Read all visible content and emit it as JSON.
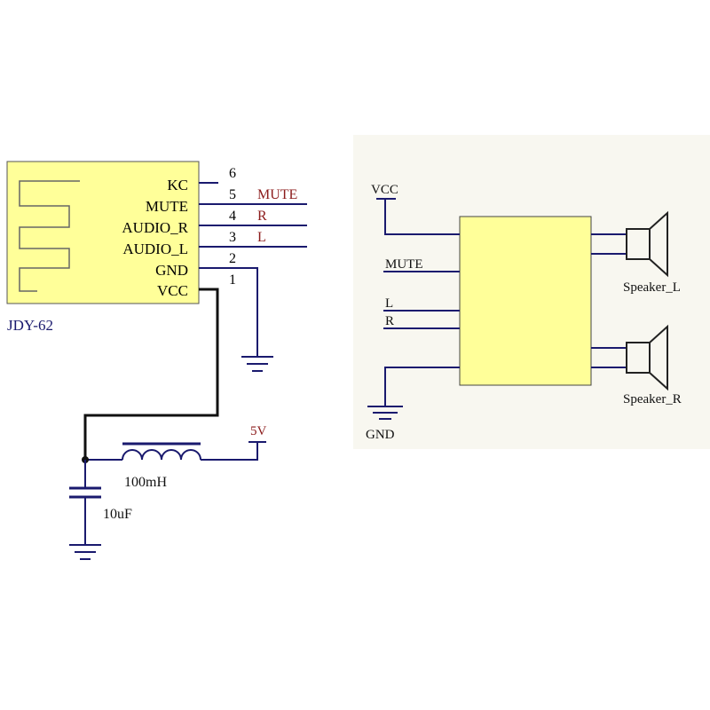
{
  "left_schematic": {
    "module_label": "JDY-62",
    "pins": [
      {
        "name": "KC",
        "number": "6"
      },
      {
        "name": "MUTE",
        "number": "5"
      },
      {
        "name": "AUDIO_R",
        "number": "4"
      },
      {
        "name": "AUDIO_L",
        "number": "3"
      },
      {
        "name": "GND",
        "number": "2"
      },
      {
        "name": "VCC",
        "number": "1"
      }
    ],
    "net_labels": {
      "mute": "MUTE",
      "r": "R",
      "l": "L"
    },
    "inductor_value": "100mH",
    "capacitor_value": "10uF",
    "supply_label": "5V"
  },
  "right_schematic": {
    "vcc_label": "VCC",
    "mute_label": "MUTE",
    "l_label": "L",
    "r_label": "R",
    "gnd_label": "GND",
    "speaker_l_label": "Speaker_L",
    "speaker_r_label": "Speaker_R"
  },
  "colors": {
    "module_fill": "#ffff99",
    "wire": "#1a1a6e",
    "net_label": "#8b1a1a",
    "panel_bg": "#f8f7f0"
  }
}
